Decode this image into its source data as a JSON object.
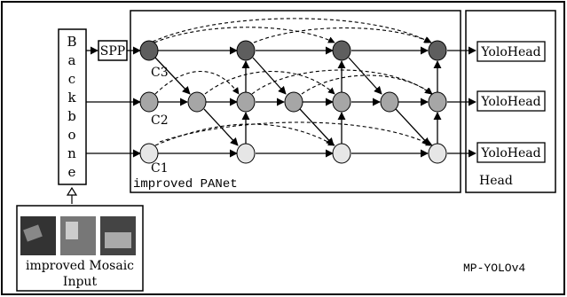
{
  "backbone": {
    "label": "Backbone",
    "letters": [
      "B",
      "a",
      "c",
      "k",
      "b",
      "o",
      "n",
      "e"
    ]
  },
  "spp": {
    "label": "SPP"
  },
  "levels": [
    {
      "name": "C3",
      "color": "#5e5e5e"
    },
    {
      "name": "C2",
      "color": "#a6a6a6"
    },
    {
      "name": "C1",
      "color": "#e6e6e6"
    }
  ],
  "panet": {
    "label": "improved PANet"
  },
  "head": {
    "label": "Head",
    "outputs": [
      "YoloHead",
      "YoloHead",
      "YoloHead"
    ]
  },
  "input": {
    "caption_line1": "improved Mosaic",
    "caption_line2": "Input"
  },
  "model_name": "MP-YOLOv4"
}
